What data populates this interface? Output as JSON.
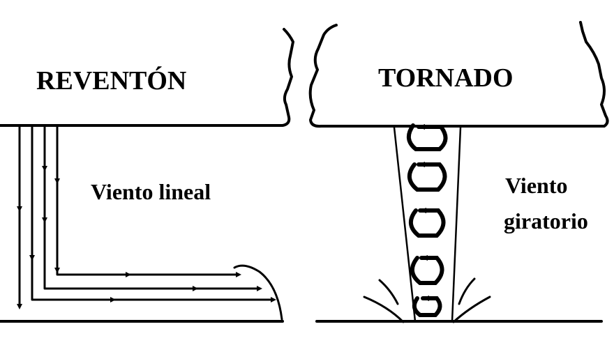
{
  "left_panel": {
    "title": "REVENTÓN",
    "description": "Viento lineal"
  },
  "right_panel": {
    "title": "TORNADO",
    "description_line1": "Viento",
    "description_line2": "giratorio"
  },
  "colors": {
    "ink": "#000000",
    "background": "#ffffff"
  }
}
